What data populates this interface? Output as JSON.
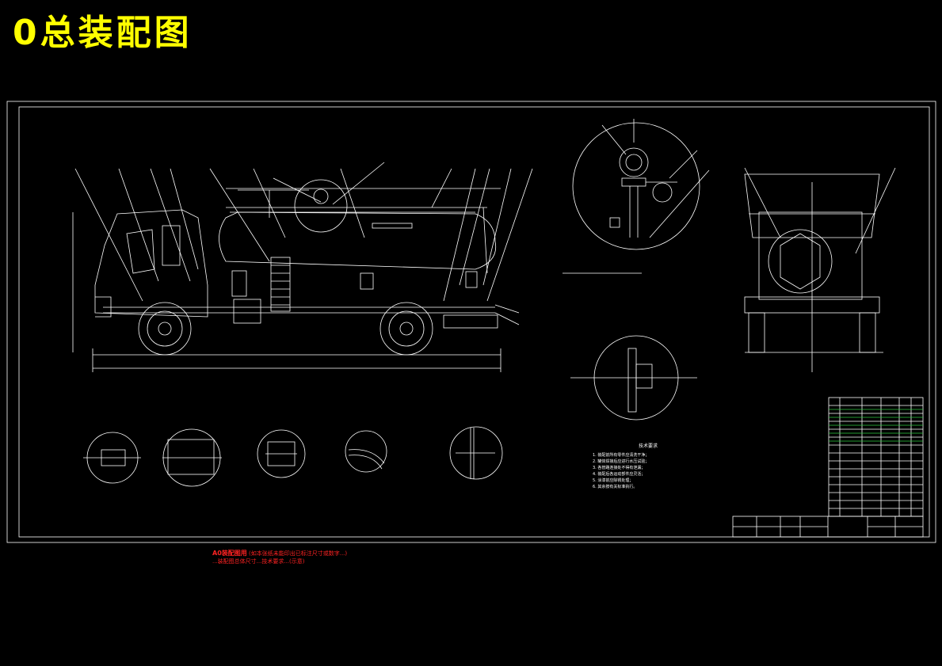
{
  "page_title": "0总装配图",
  "drawing_note": {
    "lead": "A0装配图用",
    "line1": "(如本张纸未能印出已标注尺寸或数字...)",
    "line2": "...装配图总体尺寸...技术要求...(示意)"
  },
  "tech_requirements": {
    "heading": "技术要求",
    "items": [
      "1. 装配前所有零件应清洗干净；",
      "2. 罐体焊接后应进行水压试验；",
      "3. 各管路连接处不得有泄漏；",
      "4. 装配后各运动部件应灵活；",
      "5. 涂漆前应除锈处理；",
      "6. 其余按有关标准执行。"
    ]
  },
  "views": {
    "side": "side-view",
    "detail_top": "detail-circle-top",
    "rear": "rear-view",
    "detail_mid": "detail-circle-mid"
  },
  "colors": {
    "line": "#ffffff",
    "title": "#ffff00",
    "note": "#ff2222",
    "table_accent": "#2ecc40"
  }
}
